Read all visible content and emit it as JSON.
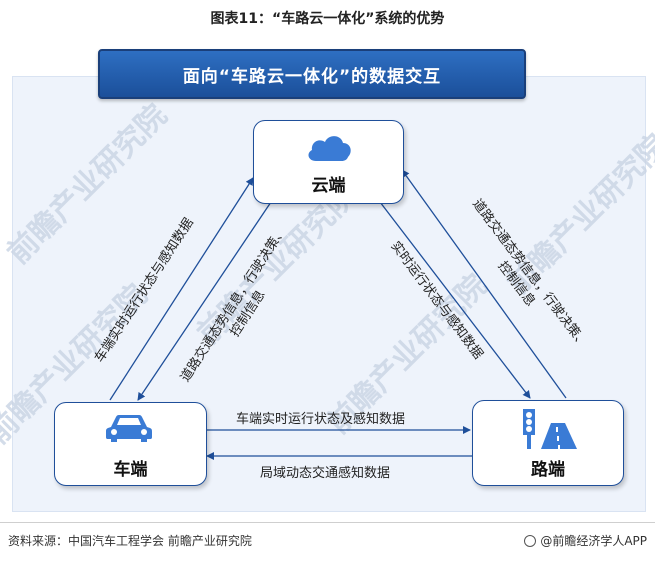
{
  "figure_title": "图表11：“车路云一体化”系统的优势",
  "banner_text": "面向“车路云一体化”的数据交互",
  "nodes": {
    "cloud": "云端",
    "car": "车端",
    "road": "路端"
  },
  "flows": {
    "car_to_cloud": "车端实时运行状态与感知数据",
    "cloud_to_car_line1": "道路交通态势信息，行驶决策、",
    "cloud_to_car_line2": "控制信息",
    "road_to_cloud": "实时运行状态与感知数据",
    "cloud_to_road_line1": "道路交通态势信息，行驶决策、",
    "cloud_to_road_line2": "控制信息",
    "car_to_road": "车端实时运行状态及感知数据",
    "road_to_car": "局域动态交通感知数据"
  },
  "watermarks": [
    "前瞻产业研究院",
    "前瞻产业研究院",
    "前瞻产业研究院",
    "前瞻产业研究院",
    "前瞻产业研究院"
  ],
  "footer": {
    "source": "资料来源：中国汽车工程学会 前瞻产业研究院",
    "brand": "@前瞻经济学人APP"
  },
  "colors": {
    "arrow": "#1f4f9a",
    "icon_blue": "#3a7bd5",
    "banner": "#1b4f9a"
  }
}
